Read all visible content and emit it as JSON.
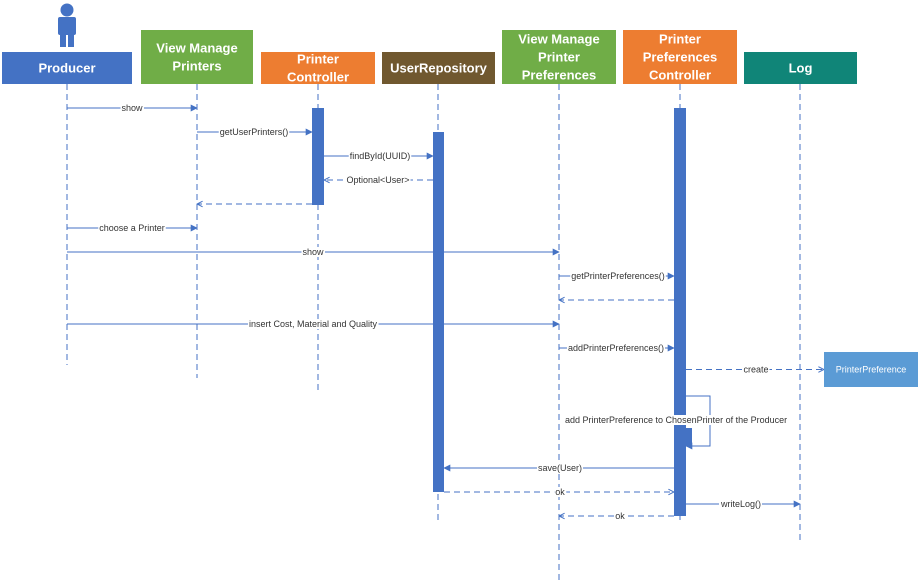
{
  "colors": {
    "blue": "#4472C4",
    "green": "#70AD47",
    "orange": "#ED7D31",
    "brown": "#70582F",
    "teal": "#108578",
    "line": "#4472C4",
    "object_box": "#5B9BD5"
  },
  "actor_icon": "person-icon",
  "participants": [
    {
      "id": "producer",
      "lines": [
        "Producer"
      ],
      "color": "blue"
    },
    {
      "id": "view-manage-printers",
      "lines": [
        "View Manage",
        "Printers"
      ],
      "color": "green"
    },
    {
      "id": "printer-controller",
      "lines": [
        "Printer",
        "Controller"
      ],
      "color": "orange"
    },
    {
      "id": "user-repository",
      "lines": [
        "UserRepository"
      ],
      "color": "brown"
    },
    {
      "id": "view-manage-printer-preferences",
      "lines": [
        "View Manage",
        "Printer",
        "Preferences"
      ],
      "color": "green"
    },
    {
      "id": "printer-preferences-controller",
      "lines": [
        "Printer",
        "Preferences",
        "Controller"
      ],
      "color": "orange"
    },
    {
      "id": "log",
      "lines": [
        "Log"
      ],
      "color": "teal"
    }
  ],
  "created_object": {
    "label": "PrinterPreference"
  },
  "messages": [
    {
      "label": "show",
      "from": "producer",
      "to": "view-manage-printers"
    },
    {
      "label": "getUserPrinters()",
      "from": "view-manage-printers",
      "to": "printer-controller"
    },
    {
      "label": "findById(UUID)",
      "from": "printer-controller",
      "to": "user-repository"
    },
    {
      "label": "Optional<User>",
      "from": "user-repository",
      "to": "printer-controller",
      "return": true
    },
    {
      "label": "",
      "from": "printer-controller",
      "to": "view-manage-printers",
      "return": true
    },
    {
      "label": "choose a Printer",
      "from": "producer",
      "to": "view-manage-printers"
    },
    {
      "label": "show",
      "from": "producer",
      "to": "view-manage-printer-preferences"
    },
    {
      "label": "getPrinterPreferences()",
      "from": "view-manage-printer-preferences",
      "to": "printer-preferences-controller"
    },
    {
      "label": "",
      "from": "printer-preferences-controller",
      "to": "view-manage-printer-preferences",
      "return": true
    },
    {
      "label": "insert Cost, Material and Quality",
      "from": "producer",
      "to": "view-manage-printer-preferences"
    },
    {
      "label": "addPrinterPreferences()",
      "from": "view-manage-printer-preferences",
      "to": "printer-preferences-controller"
    },
    {
      "label": "create",
      "from": "printer-preferences-controller",
      "to": "created-object",
      "return": true
    },
    {
      "label": "add PrinterPreference to ChosenPrinter of the Producer",
      "from": "printer-preferences-controller",
      "to": "printer-preferences-controller",
      "self": true
    },
    {
      "label": "save(User)",
      "from": "printer-preferences-controller",
      "to": "user-repository"
    },
    {
      "label": "ok",
      "from": "user-repository",
      "to": "printer-preferences-controller",
      "return": true
    },
    {
      "label": "writeLog()",
      "from": "printer-preferences-controller",
      "to": "log"
    },
    {
      "label": "ok",
      "from": "printer-preferences-controller",
      "to": "view-manage-printer-preferences",
      "return": true
    }
  ]
}
